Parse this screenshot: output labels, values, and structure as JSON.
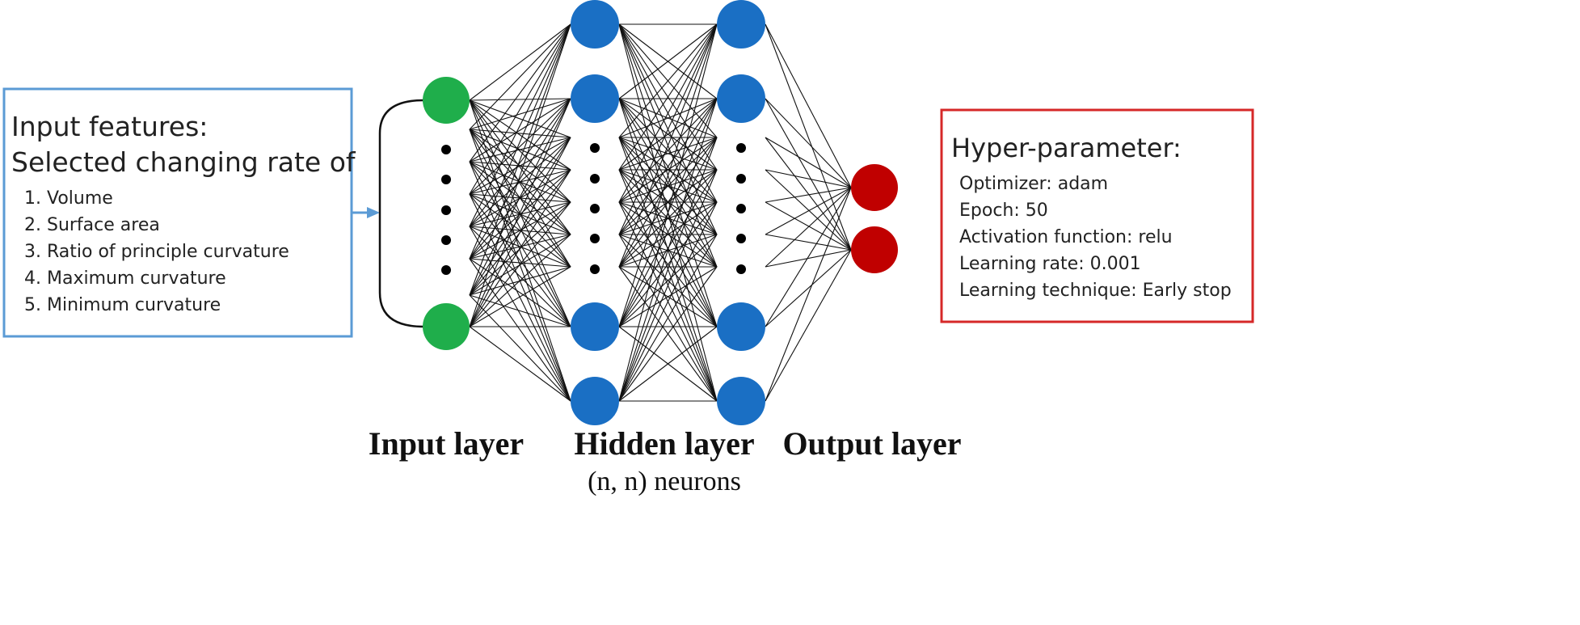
{
  "input_box": {
    "title": "Input features:",
    "subtitle": "Selected changing rate of",
    "items": [
      "1. Volume",
      "2. Surface area",
      "3. Ratio of principle curvature",
      "4. Maximum curvature",
      "5. Minimum curvature"
    ]
  },
  "hyper_box": {
    "title": "Hyper-parameter:",
    "items": [
      "Optimizer: adam",
      "Epoch: 50",
      "Activation function: relu",
      "Learning rate: 0.001",
      "Learning technique: Early stop"
    ]
  },
  "layers": {
    "input_label": "Input layer",
    "hidden_label": "Hidden layer",
    "hidden_sublabel": "(n, n) neurons",
    "output_label": "Output layer"
  },
  "colors": {
    "input_node": "#1fae4b",
    "hidden_node": "#1a6fc4",
    "output_node": "#c00000",
    "input_box_border": "#5b9bd5",
    "hyper_box_border": "#d62828",
    "edge": "#111111"
  }
}
